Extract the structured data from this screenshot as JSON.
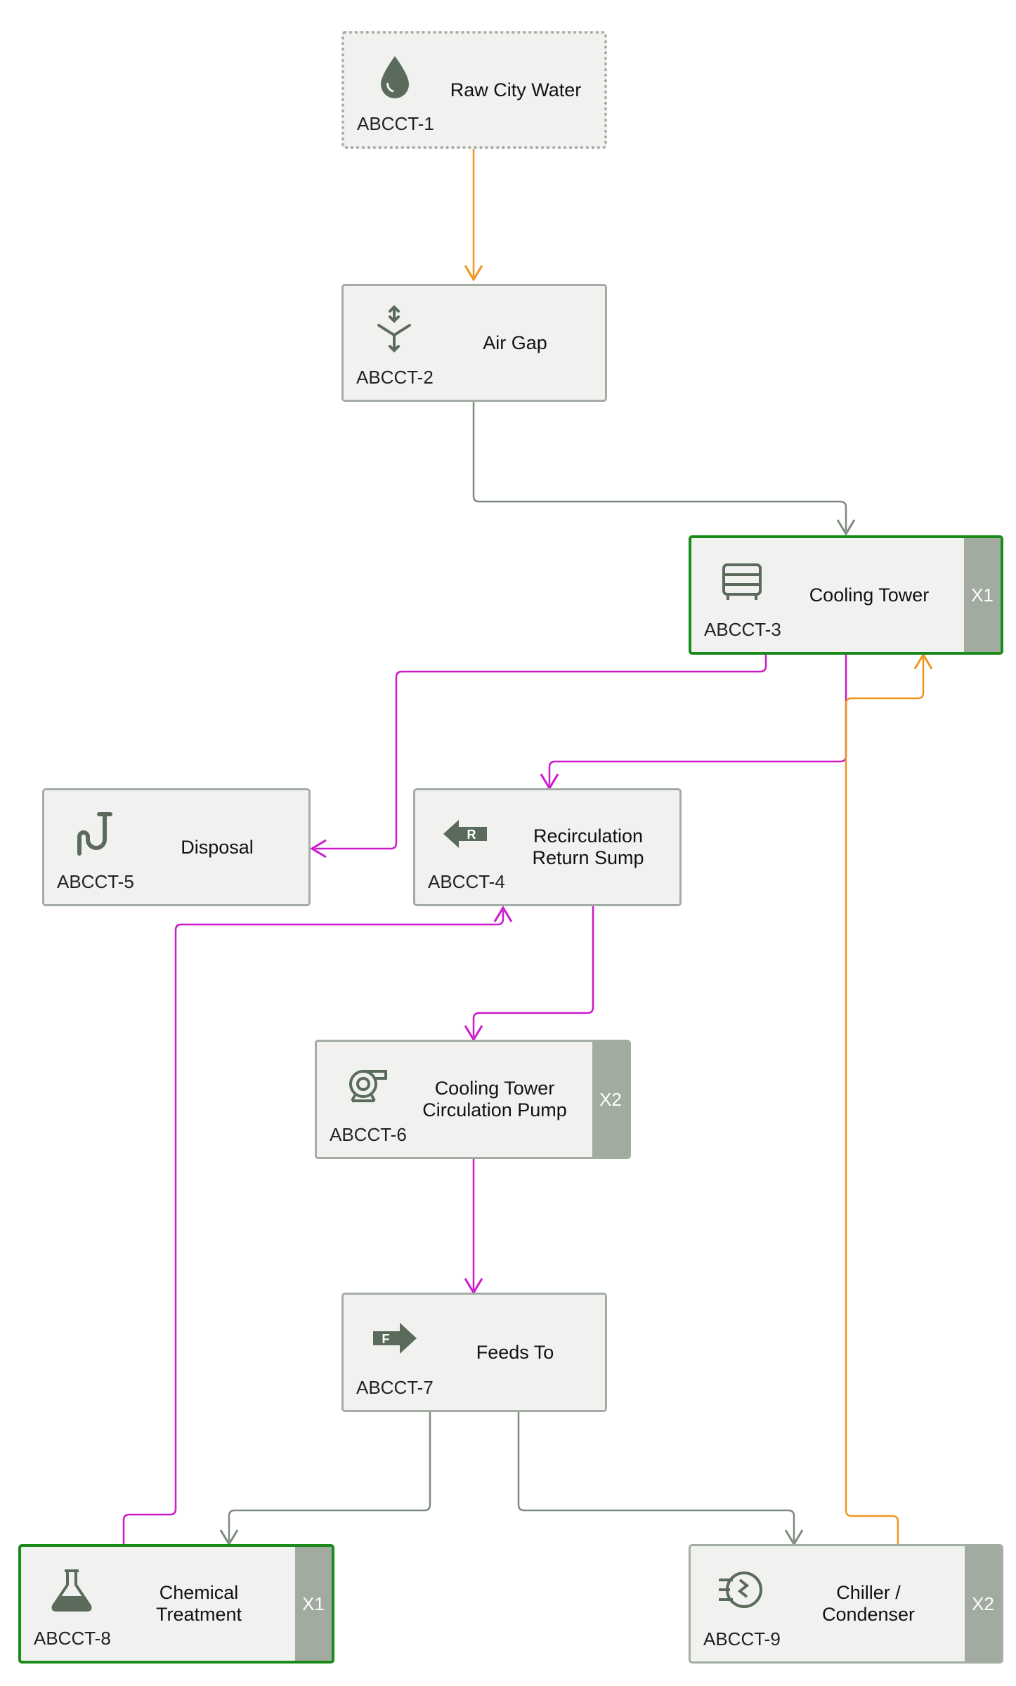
{
  "nodes": {
    "n1": {
      "code": "ABCCT-1",
      "label": "Raw City Water",
      "icon": "water-drop-icon"
    },
    "n2": {
      "code": "ABCCT-2",
      "label": "Air Gap",
      "icon": "air-gap-icon"
    },
    "n3": {
      "code": "ABCCT-3",
      "label": "Cooling Tower",
      "icon": "cooling-tower-icon",
      "badge": "X1"
    },
    "n4": {
      "code": "ABCCT-4",
      "label": "Recirculation\nReturn Sump",
      "icon": "return-sump-icon",
      "icon_letter": "R"
    },
    "n5": {
      "code": "ABCCT-5",
      "label": "Disposal",
      "icon": "drain-pipe-icon"
    },
    "n6": {
      "code": "ABCCT-6",
      "label": "Cooling Tower\nCirculation Pump",
      "icon": "pump-icon",
      "badge": "X2"
    },
    "n7": {
      "code": "ABCCT-7",
      "label": "Feeds To",
      "icon": "feeds-to-icon",
      "icon_letter": "F"
    },
    "n8": {
      "code": "ABCCT-8",
      "label": "Chemical\nTreatment",
      "icon": "flask-icon",
      "badge": "X1"
    },
    "n9": {
      "code": "ABCCT-9",
      "label": "Chiller /\nCondenser",
      "icon": "chiller-icon",
      "badge": "X2"
    }
  },
  "edge_colors": {
    "grey": "#7e8a7e",
    "magenta": "#cc19cc",
    "orange": "#f0951e"
  },
  "edges": [
    {
      "from": "ABCCT-1",
      "to": "ABCCT-2",
      "color": "orange"
    },
    {
      "from": "ABCCT-2",
      "to": "ABCCT-3",
      "color": "grey"
    },
    {
      "from": "ABCCT-3",
      "to": "ABCCT-5",
      "color": "magenta"
    },
    {
      "from": "ABCCT-3",
      "to": "ABCCT-4",
      "color": "magenta"
    },
    {
      "from": "ABCCT-4",
      "to": "ABCCT-6",
      "color": "magenta"
    },
    {
      "from": "ABCCT-6",
      "to": "ABCCT-7",
      "color": "magenta"
    },
    {
      "from": "ABCCT-7",
      "to": "ABCCT-8",
      "color": "grey"
    },
    {
      "from": "ABCCT-7",
      "to": "ABCCT-9",
      "color": "grey"
    },
    {
      "from": "ABCCT-8",
      "to": "ABCCT-4",
      "color": "magenta"
    },
    {
      "from": "ABCCT-9",
      "to": "ABCCT-3",
      "color": "orange"
    }
  ]
}
